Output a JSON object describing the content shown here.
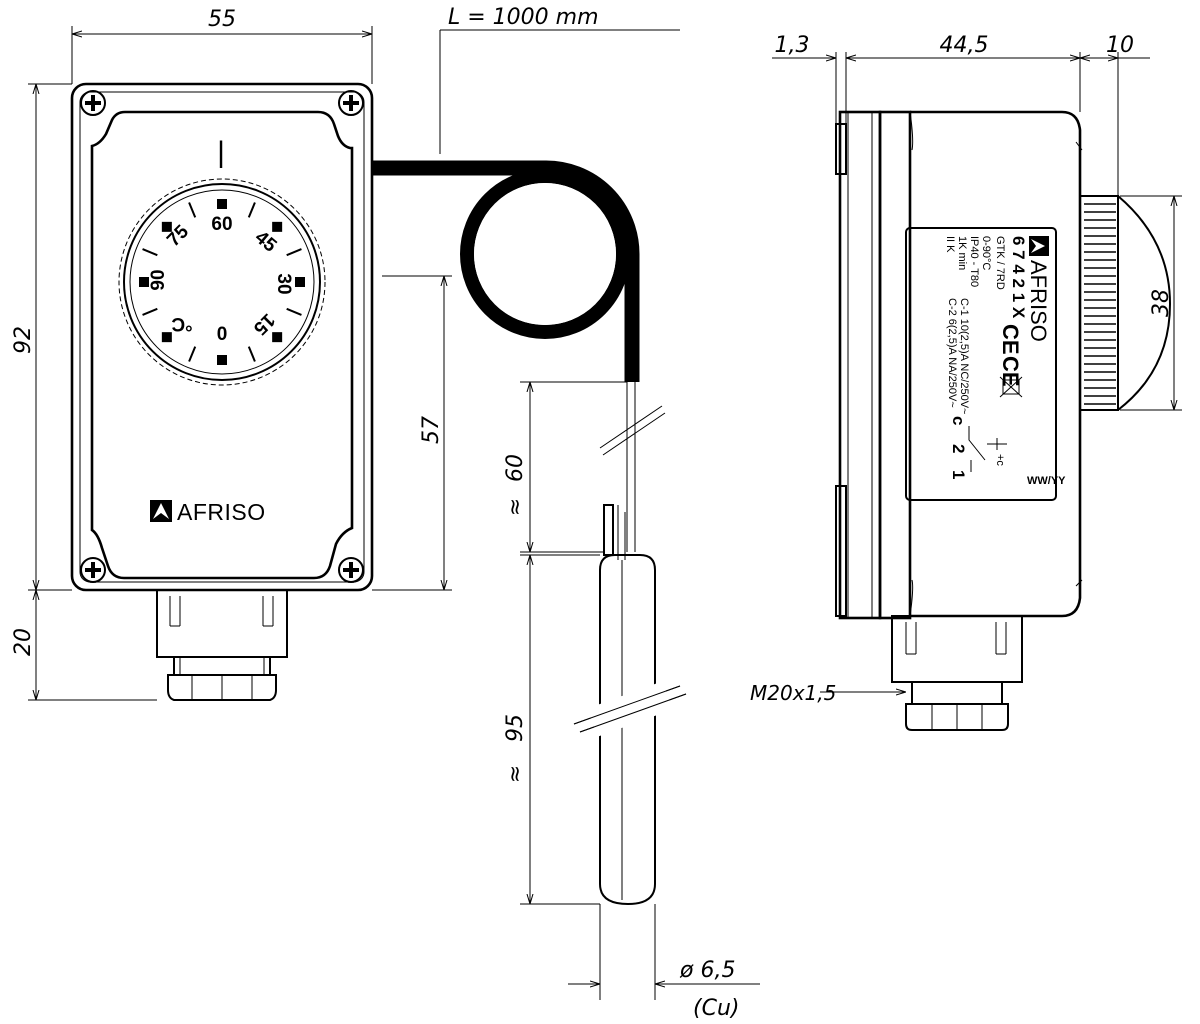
{
  "front_view": {
    "dim_width": "55",
    "dim_height": "92",
    "dim_bottom": "20",
    "dim_probe_pos": "57",
    "brand": "AFRISO",
    "dial_labels": [
      "60",
      "45",
      "30",
      "15",
      "0",
      "°C",
      "90",
      "75"
    ],
    "off_mark": "|"
  },
  "capillary": {
    "length_label": "L = 1000 mm",
    "dim_60": "60",
    "dim_95": "95",
    "approx": "≈",
    "diameter": "ø 6,5",
    "material": "(Cu)"
  },
  "side_view": {
    "dim_1_3": "1,3",
    "dim_44_5": "44,5",
    "dim_10": "10",
    "dim_38": "38",
    "thread": "M20x1,5",
    "label_brand": "AFRISO",
    "label_code": "6 7 4 2 1 X",
    "label_model": "GTK / 7RD",
    "label_range": "0-90°C",
    "label_ip": "IP40 - T80",
    "label_diff": "1K min",
    "label_class": "II K",
    "label_c1": "C-1 10(2,5)A NC/250V~",
    "label_c2": "C-2  6(2,5)A NA/250V~",
    "label_date": "WW/YY",
    "terminal_c": "c",
    "terminal_2": "2",
    "terminal_1": "1"
  }
}
